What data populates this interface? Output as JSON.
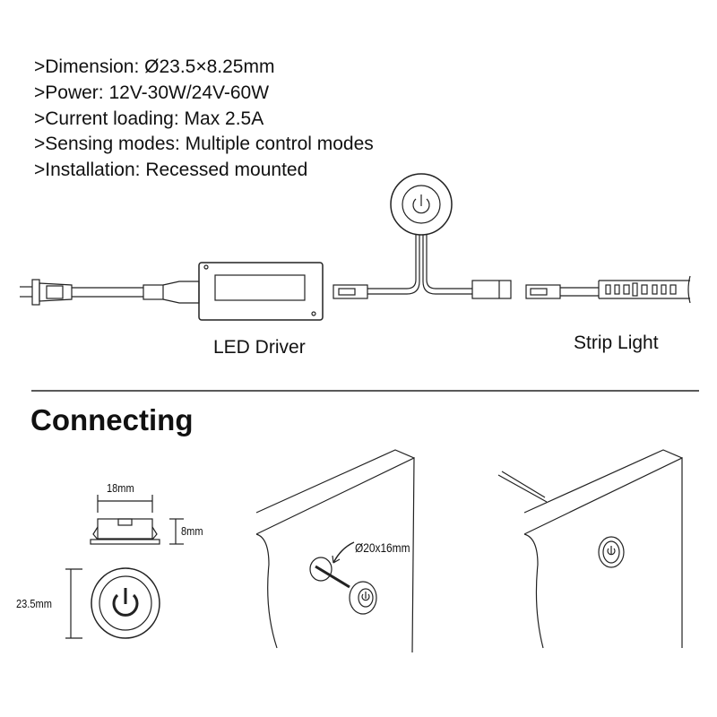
{
  "specs": [
    ">Dimension: Ø23.5×8.25mm",
    ">Power: 12V-30W/24V-60W",
    ">Current loading: Max 2.5A",
    ">Sensing modes: Multiple control modes",
    ">Installation: Recessed mounted"
  ],
  "wiring": {
    "driver_label": "LED Driver",
    "strip_label": "Strip Light"
  },
  "section_title": "Connecting",
  "dimensions": {
    "width": "18mm",
    "height": "8mm",
    "diameter": "23.5mm",
    "hole": "Ø20x16mm"
  }
}
